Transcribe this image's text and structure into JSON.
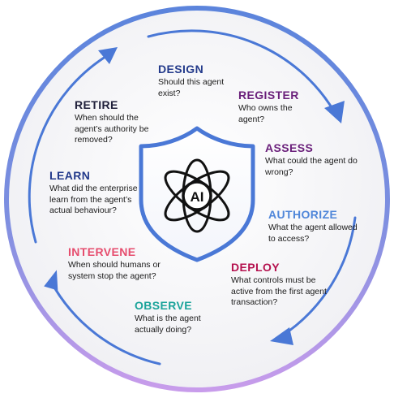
{
  "colors": {
    "ring_top": "#5B84DC",
    "ring_bottom": "#C59BEA",
    "arrow": "#4A78D6",
    "shield_outline": "#4A78D6",
    "icon_stroke": "#111111",
    "background_disc": "#F5F5F7"
  },
  "center_icon": {
    "name": "ai-atom-icon",
    "label": "AI"
  },
  "stages": {
    "design": {
      "title": "DESIGN",
      "color": "#233A8B",
      "question": "Should this agent exist?"
    },
    "register": {
      "title": "REGISTER",
      "color": "#6A1F7A",
      "question": "Who owns the agent?"
    },
    "assess": {
      "title": "ASSESS",
      "color": "#6A1F7A",
      "question": "What could the agent do wrong?"
    },
    "authorize": {
      "title": "AUTHORIZE",
      "color": "#4F86D9",
      "question": "What the agent allowed to access?"
    },
    "deploy": {
      "title": "DEPLOY",
      "color": "#B5124F",
      "question": "What controls must be active from the first agent transaction?"
    },
    "observe": {
      "title": "OBSERVE",
      "color": "#1AA39A",
      "question": "What is the agent actually doing?"
    },
    "intervene": {
      "title": "INTERVENE",
      "color": "#E64D6E",
      "question": "When should humans or system stop the agent?"
    },
    "learn": {
      "title": "LEARN",
      "color": "#233A8B",
      "question": "What did the enterprise learn from the agent’s actual behaviour?"
    },
    "retire": {
      "title": "RETIRE",
      "color": "#1F1F3A",
      "question": "When should the agent’s authority be removed?"
    }
  }
}
